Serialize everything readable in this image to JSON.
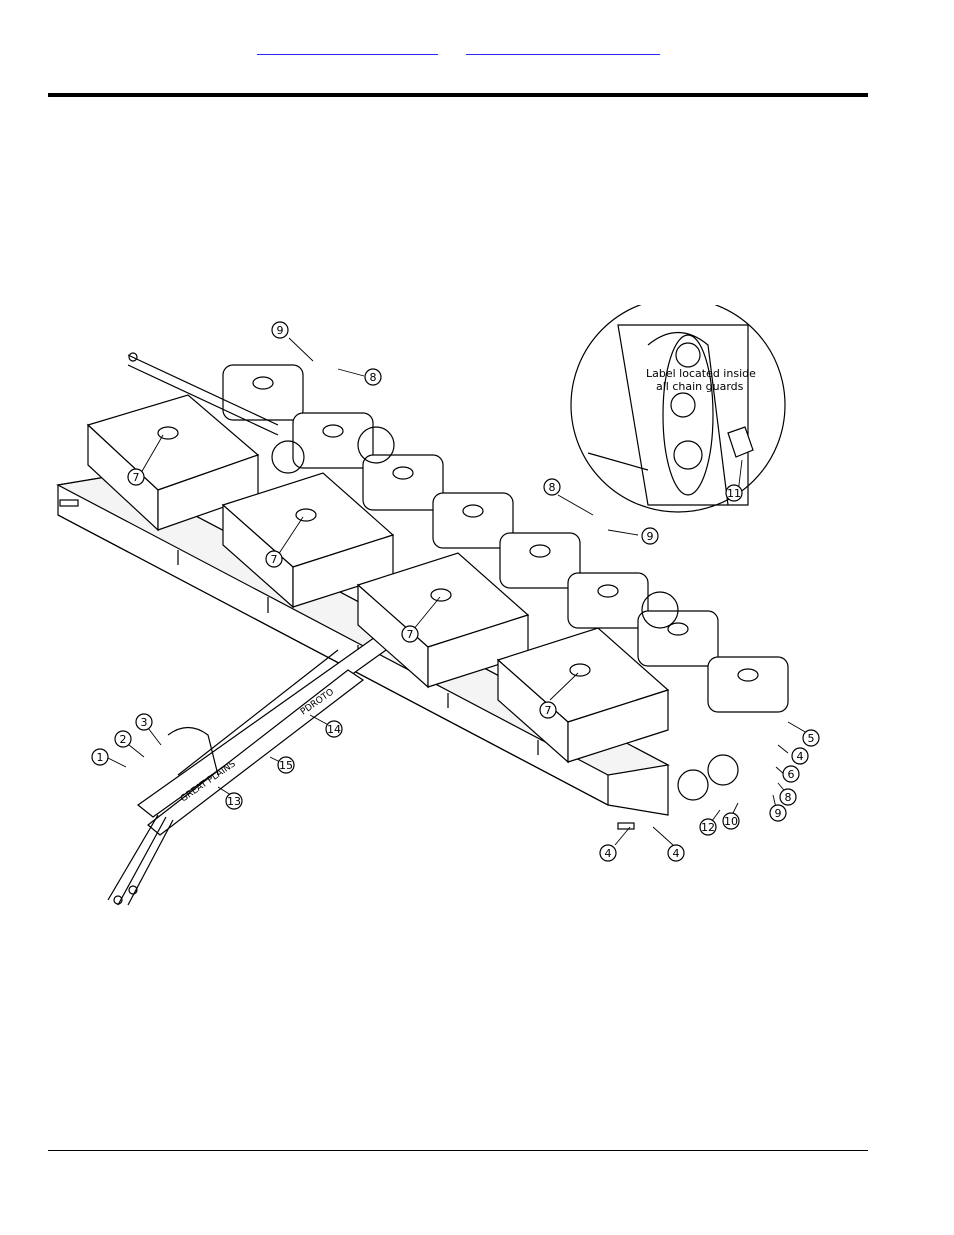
{
  "header": {
    "links": [
      "",
      ""
    ]
  },
  "diagram": {
    "inset_label_line1": "Label located inside",
    "inset_label_line2": "all chain guards",
    "frame_text_1": "GREAT PLAINS",
    "frame_text_2": "PDROTO",
    "callouts": [
      "1",
      "2",
      "3",
      "4",
      "4",
      "4",
      "5",
      "6",
      "7",
      "7",
      "7",
      "7",
      "8",
      "8",
      "8",
      "9",
      "9",
      "9",
      "10",
      "11",
      "12",
      "13",
      "14",
      "15"
    ]
  }
}
